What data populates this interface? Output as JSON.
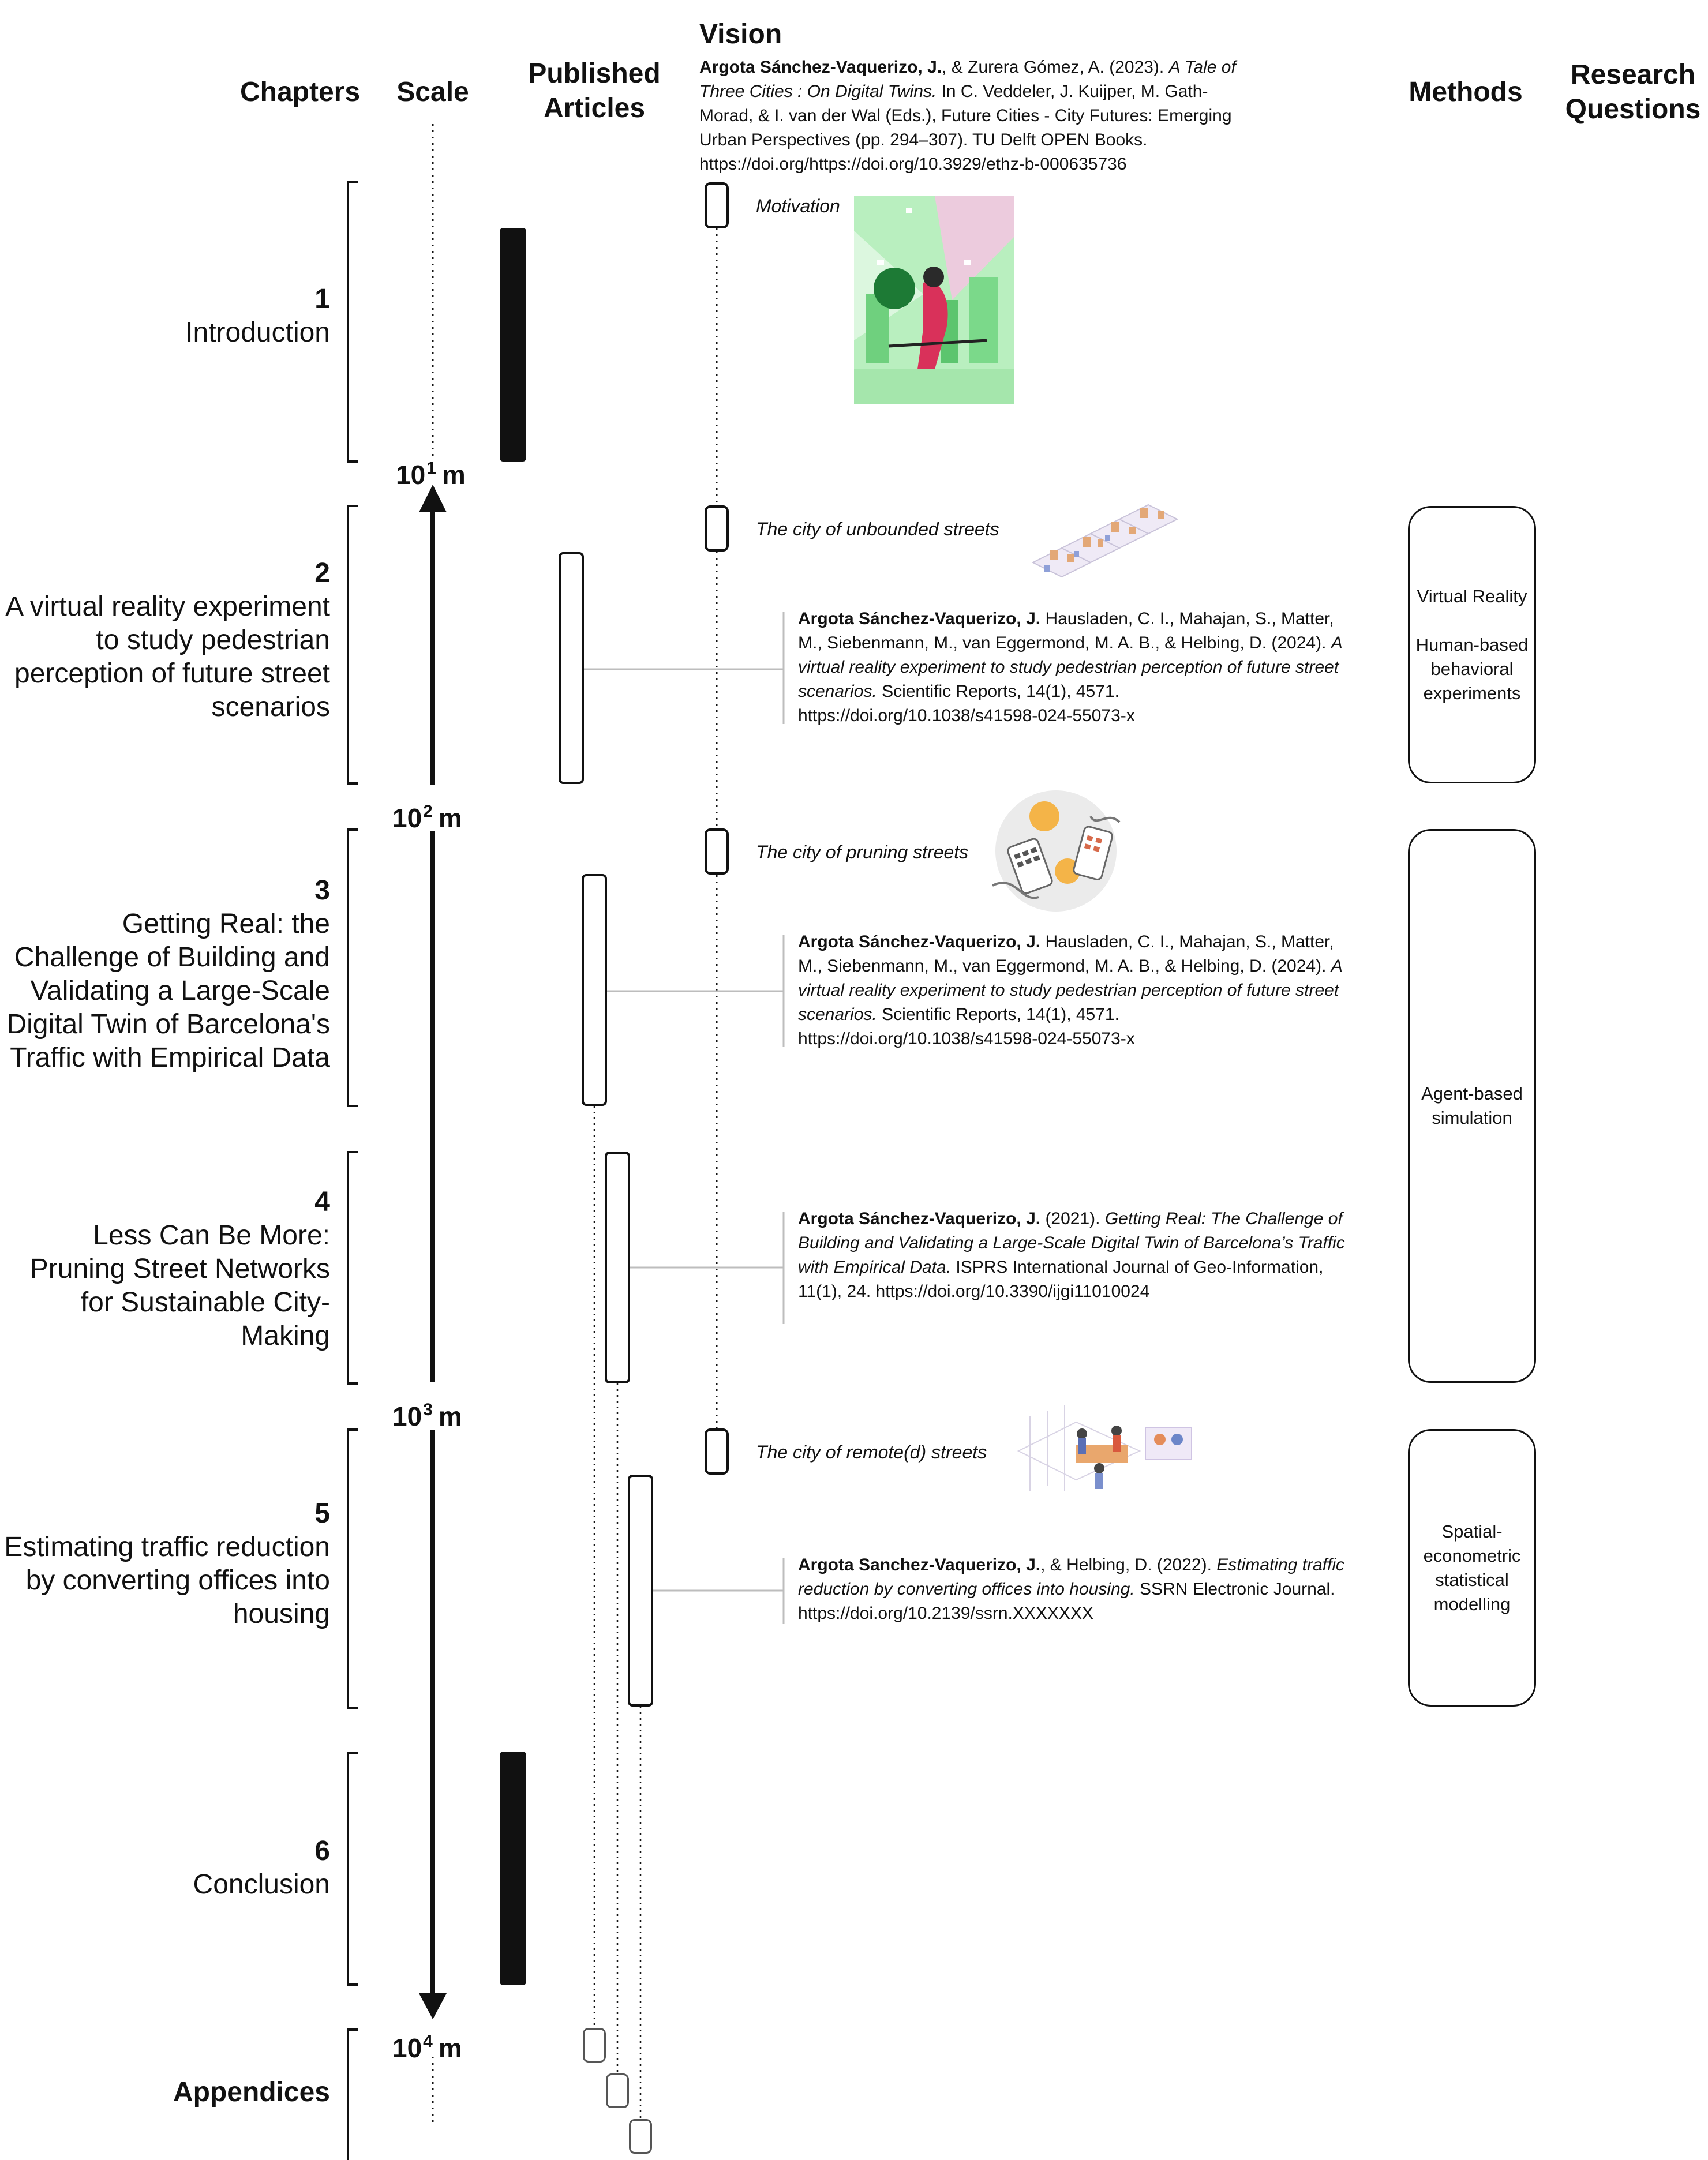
{
  "headers": {
    "chapters": "Chapters",
    "scale": "Scale",
    "published_articles": "Published Articles",
    "vision": "Vision",
    "methods": "Methods",
    "research_questions": "Research Questions"
  },
  "vision_reference": {
    "authors": "Argota Sánchez-Vaquerizo, J.",
    "rest_before_title": ", & Zurera Gómez, A. (2023). ",
    "title": "A Tale of Three Cities : On Digital Twins.",
    "rest_after_title": " In C. Veddeler, J. Kuijper, M. Gath-Morad, & I. van der Wal (Eds.), Future Cities - City Futures: Emerging Urban Perspectives (pp. 294–307). TU Delft OPEN Books. https://doi.org/https://doi.org/10.3929/ethz-b-000635736"
  },
  "chapters": [
    {
      "number": "1",
      "title": "Introduction"
    },
    {
      "number": "2",
      "title": "A virtual reality experiment to study pedestrian perception of future street scenarios"
    },
    {
      "number": "3",
      "title": "Getting Real: the Challenge of Building and Validating a Large-Scale Digital Twin of Barcelona's Traffic with Empirical Data"
    },
    {
      "number": "4",
      "title": "Less Can Be More: Pruning Street Networks for Sustainable City-Making"
    },
    {
      "number": "5",
      "title": "Estimating traffic reduction by converting offices into housing"
    },
    {
      "number": "6",
      "title": "Conclusion"
    },
    {
      "number": "",
      "title": "Appendices"
    }
  ],
  "scale_labels": [
    {
      "base": "10",
      "exp": "1",
      "unit": "m"
    },
    {
      "base": "10",
      "exp": "2",
      "unit": "m"
    },
    {
      "base": "10",
      "exp": "3",
      "unit": "m"
    },
    {
      "base": "10",
      "exp": "4",
      "unit": "m"
    }
  ],
  "vision_labels": {
    "motivation": "Motivation",
    "unbounded": "The city of unbounded streets",
    "pruning": "The city of pruning streets",
    "remote": "The city of remote(d) streets"
  },
  "references": [
    {
      "authors": "Argota Sánchez-Vaquerizo, J.",
      "before": " Hausladen, C. I., Mahajan, S., Matter, M., Siebenmann, M., van Eggermond, M. A. B., & Helbing, D. (2024). ",
      "title": "A virtual reality experiment to study pedestrian perception of future street scenarios.",
      "after": " Scientific Reports, 14(1), 4571. https://doi.org/10.1038/s41598-024-55073-x"
    },
    {
      "authors": "Argota Sánchez-Vaquerizo, J.",
      "before": " Hausladen, C. I., Mahajan, S., Matter, M., Siebenmann, M., van Eggermond, M. A. B., & Helbing, D. (2024). ",
      "title": "A virtual reality experiment to study pedestrian perception of future street scenarios.",
      "after": " Scientific Reports, 14(1), 4571. https://doi.org/10.1038/s41598-024-55073-x"
    },
    {
      "authors": "Argota Sánchez-Vaquerizo, J.",
      "before": " (2021). ",
      "title": "Getting Real: The Challenge of Building and Validating a Large-Scale Digital Twin of Barcelona’s Traffic with Empirical Data.",
      "after": " ISPRS International Journal of Geo-Information, 11(1), 24. https://doi.org/10.3390/ijgi11010024"
    },
    {
      "authors": "Argota Sanchez-Vaquerizo, J.",
      "before": ", & Helbing, D. (2022). ",
      "title": "Estimating traffic reduction by converting offices into housing.",
      "after": " SSRN Electronic Journal. https://doi.org/10.2139/ssrn.XXXXXXX"
    }
  ],
  "methods": [
    {
      "lines": [
        "Virtual Reality",
        "",
        "Human-based",
        "behavioral",
        "experiments"
      ]
    },
    {
      "lines": [
        "Agent-based",
        "simulation"
      ]
    },
    {
      "lines": [
        "Spatial-",
        "econometric",
        "statistical",
        "modelling"
      ]
    }
  ],
  "colors": {
    "ink": "#111111",
    "connector_gray": "#bdbdbd",
    "cover_green": "#9fe6a8",
    "cover_pink": "#f2a7d6"
  },
  "icons": {
    "cover": "vision-book-cover-illustration",
    "unbounded": "isometric-street-blocks-illustration",
    "pruning": "hands-holding-phones-illustration",
    "remote": "isometric-remote-work-illustration"
  }
}
